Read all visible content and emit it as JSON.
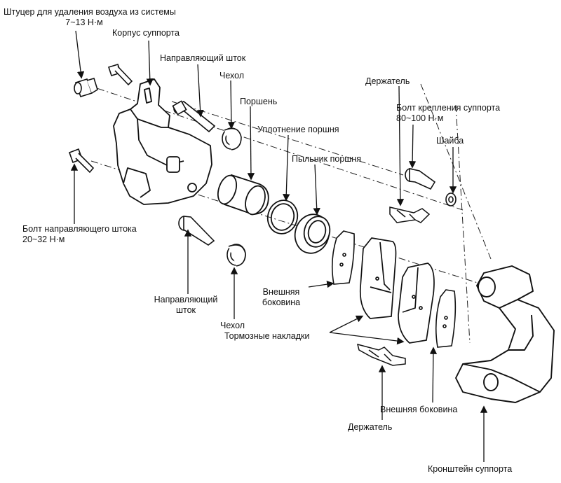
{
  "labels": {
    "bleeder_line1": "Штуцер для удаления воздуха из системы",
    "bleeder_line2": "7~13 Н·м",
    "caliper_body": "Корпус суппорта",
    "guide_rod_top": "Направляющий шток",
    "boot_top": "Чехол",
    "piston": "Поршень",
    "piston_seal": "Уплотнение поршня",
    "piston_dust_boot": "Пыльник поршня",
    "holder_top": "Держатель",
    "mount_bolt_line1": "Болт крепления суппорта",
    "mount_bolt_line2": "80~100 Н·м",
    "washer": "Шайба",
    "guide_bolt_line1": "Болт направляющего штока",
    "guide_bolt_line2": "20~32 Н·м",
    "outer_shim_line1": "Внешняя",
    "outer_shim_line2": "боковина",
    "guide_rod_bottom_line1": "Направляющий",
    "guide_rod_bottom_line2": "шток",
    "boot_bottom": "Чехол",
    "brake_pads": "Тормозные накладки",
    "outer_shim_bottom": "Внешняя боковина",
    "holder_bottom": "Держатель",
    "caliper_bracket": "Кронштейн суппорта"
  }
}
